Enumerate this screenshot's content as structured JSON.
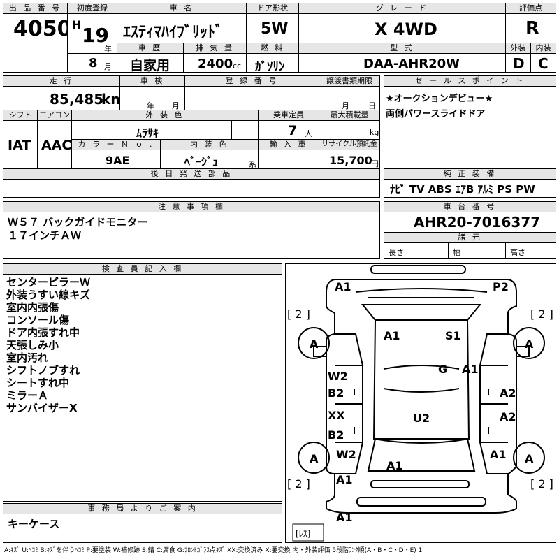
{
  "header": {
    "lot_no_label": "出 品 番 号",
    "lot_no": "4050",
    "first_reg_label": "初度登録",
    "era": "H",
    "year": "19",
    "year_unit": "年",
    "month": "8",
    "month_unit": "月",
    "car_name_label": "車 名",
    "car_name": "ｴｽﾃｨﾏﾊｲﾌﾞﾘｯﾄﾞ",
    "history_label": "車 歴",
    "history": "自家用",
    "displacement_label": "排 気 量",
    "displacement": "2400",
    "displacement_unit": "cc",
    "door_label": "ドア形状",
    "door": "5W",
    "fuel_label": "燃 料",
    "fuel": "ｶﾞｿﾘﾝ",
    "grade_label": "グ レ ー ド",
    "grade": "X 4WD",
    "model_label": "型 式",
    "model": "DAA-AHR20W",
    "score_label": "評価点",
    "score": "R",
    "exterior_label": "外装",
    "exterior": "D",
    "interior_label": "内装",
    "interior": "C"
  },
  "row2": {
    "mileage_label": "走 行",
    "mileage": "85,485",
    "mileage_unit": "km",
    "inspection_label": "車 検",
    "insp_year": "年",
    "insp_month": "月",
    "reg_no_label": "登 録 番 号",
    "transfer_label": "譲渡書類期限",
    "transfer_month": "月",
    "transfer_day": "日",
    "sales_point_label": "セ ー ル ス ポ イ ン ト",
    "sales_points": [
      "★オークションデビュー★",
      "両側パワースライドドア"
    ]
  },
  "row3": {
    "shift_label": "シフト",
    "shift": "IAT",
    "aircon_label": "エアコン",
    "aircon": "AAC",
    "ext_color_label": "外 装 色",
    "ext_color": "ﾑﾗｻｷ",
    "capacity_label": "乗車定員",
    "capacity": "7",
    "capacity_unit": "人",
    "max_load_label": "最大積載量",
    "max_load_unit": "kg",
    "color_no_label": "カ ラ ー Ｎ ｏ .",
    "color_no": "9AE",
    "int_color_label": "内 装 色",
    "int_color": "ﾍﾞｰｼﾞｭ",
    "int_color_unit": "系",
    "import_label": "輸 入 車",
    "recycle_label": "リサイクル預託金",
    "recycle": "15,700",
    "recycle_unit": "円",
    "later_parts_label": "後 日 発 送 部 品",
    "equipment_label": "純 正 装 備",
    "equipment": "ﾅﾋﾞ TV ABS ｴｱB ｱﾙﾐ PS PW"
  },
  "notes": {
    "label": "注 意 事 項 欄",
    "lines": [
      "Ｗ５７ バックガイドモニター",
      "１７インチＡＷ"
    ]
  },
  "chassis": {
    "label": "車 台 番 号",
    "number": "AHR20-7016377",
    "spec_label": "諸 元",
    "length_label": "長さ",
    "width_label": "幅",
    "height_label": "高さ"
  },
  "inspector": {
    "label": "検 査 員 記 入 欄",
    "lines": [
      "センターピラーＷ",
      "外装うすい線キズ",
      "室内内張傷",
      "コンソール傷",
      "ドア内張すれ中",
      "天張しみ小",
      "室内汚れ",
      "シフトノブすれ",
      "シートすれ中",
      "ミラーＡ",
      "サンバイザーX"
    ]
  },
  "office": {
    "label": "事 務 局 よ り ご 案 内",
    "text": "キーケース"
  },
  "diagram": {
    "tl": "A1",
    "tr": "P2",
    "bracket_tl": "[ 2 ]",
    "bracket_tr": "[ 2 ]",
    "bracket_bl": "[ 2 ]",
    "bracket_br": "[ 2 ]",
    "wheel_fl": "A",
    "wheel_fr": "A",
    "wheel_rl": "A",
    "wheel_rr": "A",
    "hood_l": "A1",
    "hood_r": "S1",
    "g": "G",
    "fr_fender": "A1",
    "w2_upper": "W2",
    "b2_upper": "B2",
    "xx": "XX",
    "b2_lower": "B2",
    "a2_upper": "A2",
    "a2_lower": "A2",
    "u2": "U2",
    "w2_lower": "W2",
    "a1_rr": "A1",
    "a1_rear": "A1",
    "a1_rl": "A1",
    "a1_bottom": "A1",
    "less": "[ﾚｽ]"
  },
  "legend": "A:ｷｽﾞ U:ﾍｺﾐ B:ｷｽﾞを伴うﾍｺﾐ P:要塗装 W:補修跡 S:錆 C:腐食 G:ﾌﾛﾝﾄｶﾞﾗｽ点ｷｽﾞ XX:交換済み X:要交換 内・外装評価 5段階ﾗﾝｸ順(A・B・C・D・E) 1"
}
